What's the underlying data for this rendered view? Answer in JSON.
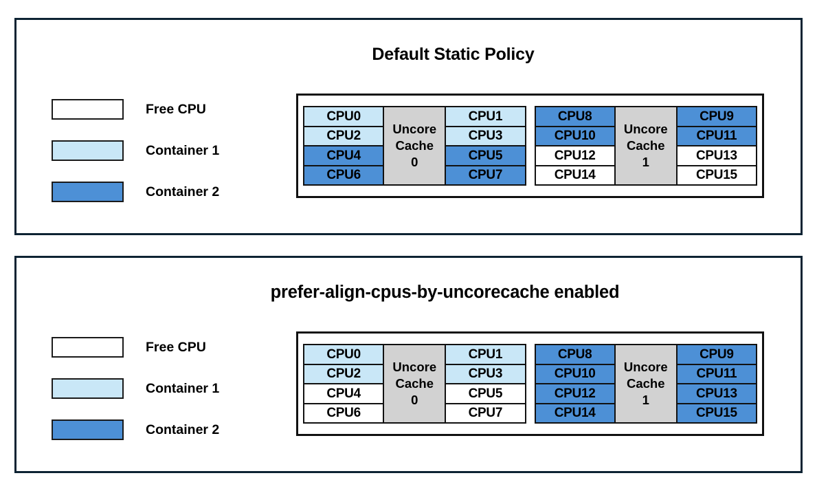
{
  "colors": {
    "free_cpu": "#ffffff",
    "container1": "#c9e7f7",
    "container2": "#4d90d6",
    "uncore_cache": "#d2d2d2",
    "panel_border": "#0d2333",
    "cell_border": "#111111"
  },
  "panels": [
    {
      "title": "Default Static Policy",
      "legend": [
        {
          "label": "Free CPU",
          "fill": "free"
        },
        {
          "label": "Container 1",
          "fill": "container1"
        },
        {
          "label": "Container 2",
          "fill": "container2"
        }
      ],
      "uncore_groups": [
        {
          "cache_label_line1": "Uncore",
          "cache_label_line2": "Cache",
          "cache_index": "0",
          "left_column": [
            {
              "label": "CPU0",
              "fill": "container1"
            },
            {
              "label": "CPU2",
              "fill": "container1"
            },
            {
              "label": "CPU4",
              "fill": "container2"
            },
            {
              "label": "CPU6",
              "fill": "container2"
            }
          ],
          "right_column": [
            {
              "label": "CPU1",
              "fill": "container1"
            },
            {
              "label": "CPU3",
              "fill": "container1"
            },
            {
              "label": "CPU5",
              "fill": "container2"
            },
            {
              "label": "CPU7",
              "fill": "container2"
            }
          ]
        },
        {
          "cache_label_line1": "Uncore",
          "cache_label_line2": "Cache",
          "cache_index": "1",
          "left_column": [
            {
              "label": "CPU8",
              "fill": "container2"
            },
            {
              "label": "CPU10",
              "fill": "container2"
            },
            {
              "label": "CPU12",
              "fill": "free"
            },
            {
              "label": "CPU14",
              "fill": "free"
            }
          ],
          "right_column": [
            {
              "label": "CPU9",
              "fill": "container2"
            },
            {
              "label": "CPU11",
              "fill": "container2"
            },
            {
              "label": "CPU13",
              "fill": "free"
            },
            {
              "label": "CPU15",
              "fill": "free"
            }
          ]
        }
      ]
    },
    {
      "title": "prefer-align-cpus-by-uncorecache enabled",
      "legend": [
        {
          "label": "Free CPU",
          "fill": "free"
        },
        {
          "label": "Container 1",
          "fill": "container1"
        },
        {
          "label": "Container 2",
          "fill": "container2"
        }
      ],
      "uncore_groups": [
        {
          "cache_label_line1": "Uncore",
          "cache_label_line2": "Cache",
          "cache_index": "0",
          "left_column": [
            {
              "label": "CPU0",
              "fill": "container1"
            },
            {
              "label": "CPU2",
              "fill": "container1"
            },
            {
              "label": "CPU4",
              "fill": "free"
            },
            {
              "label": "CPU6",
              "fill": "free"
            }
          ],
          "right_column": [
            {
              "label": "CPU1",
              "fill": "container1"
            },
            {
              "label": "CPU3",
              "fill": "container1"
            },
            {
              "label": "CPU5",
              "fill": "free"
            },
            {
              "label": "CPU7",
              "fill": "free"
            }
          ]
        },
        {
          "cache_label_line1": "Uncore",
          "cache_label_line2": "Cache",
          "cache_index": "1",
          "left_column": [
            {
              "label": "CPU8",
              "fill": "container2"
            },
            {
              "label": "CPU10",
              "fill": "container2"
            },
            {
              "label": "CPU12",
              "fill": "container2"
            },
            {
              "label": "CPU14",
              "fill": "container2"
            }
          ],
          "right_column": [
            {
              "label": "CPU9",
              "fill": "container2"
            },
            {
              "label": "CPU11",
              "fill": "container2"
            },
            {
              "label": "CPU13",
              "fill": "container2"
            },
            {
              "label": "CPU15",
              "fill": "container2"
            }
          ]
        }
      ]
    }
  ]
}
